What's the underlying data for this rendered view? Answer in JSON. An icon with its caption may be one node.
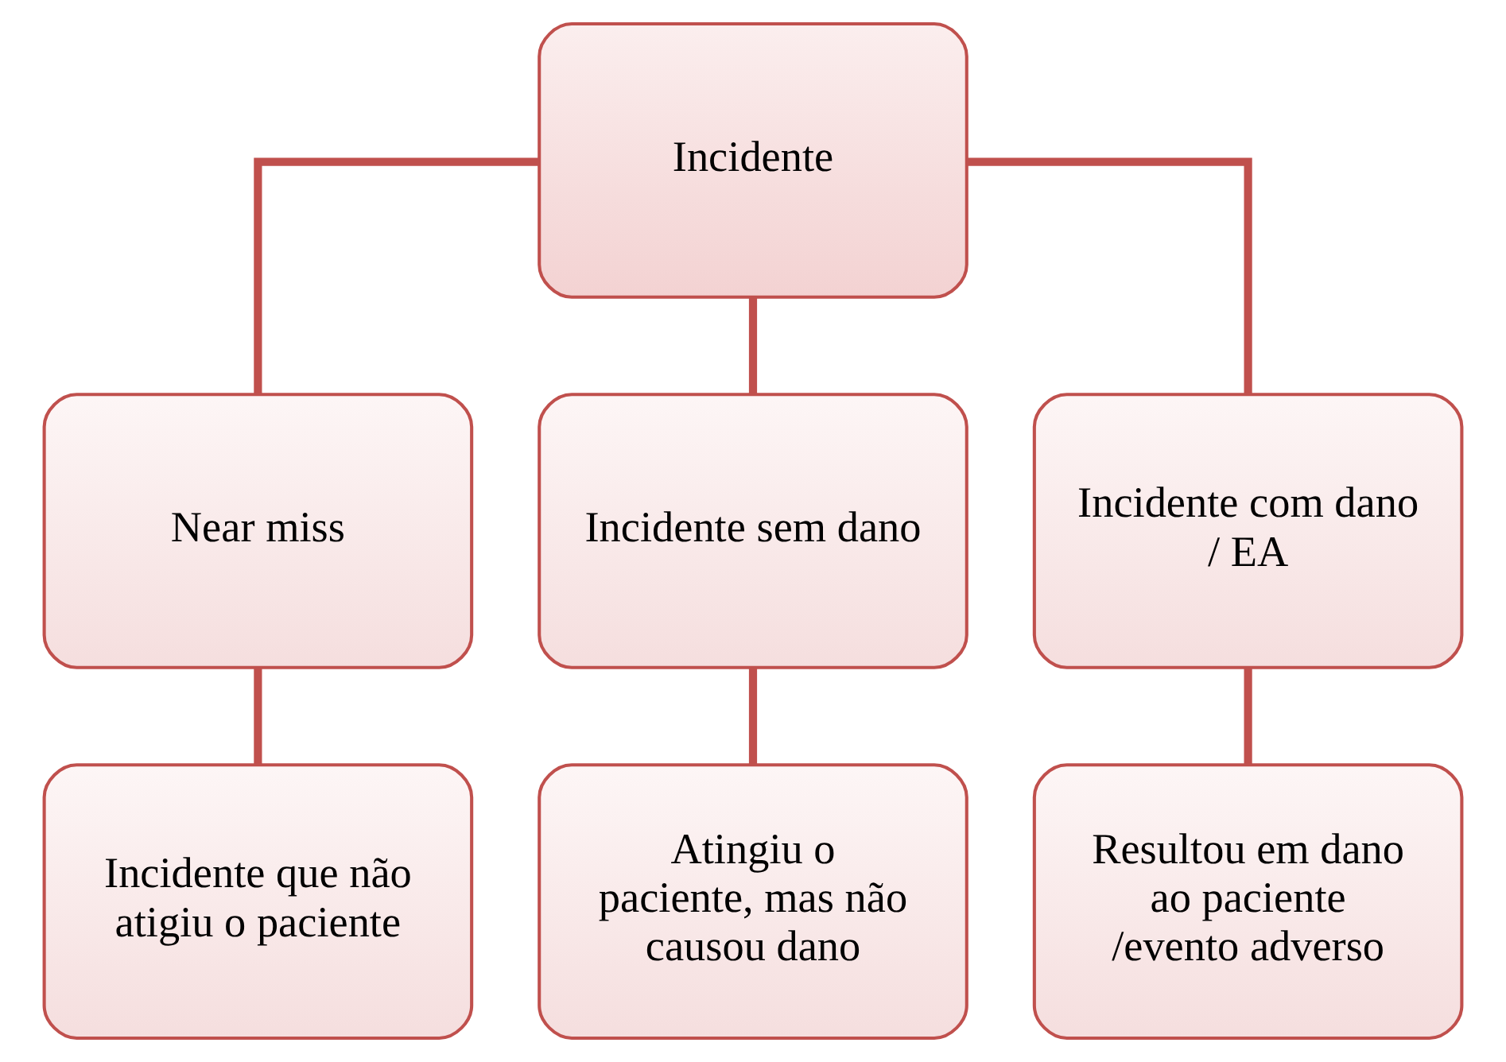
{
  "diagram": {
    "nodes": [
      {
        "text": [
          "Incidente"
        ]
      },
      {
        "text": [
          "Near miss"
        ]
      },
      {
        "text": [
          "Incidente sem dano"
        ]
      },
      {
        "text": [
          "Incidente com dano / EA"
        ]
      },
      {
        "text": [
          "Incidente que não atigiu o paciente"
        ]
      },
      {
        "text": [
          "Atingiu o paciente, mas não causou dano"
        ]
      },
      {
        "text": [
          "Resultou em dano ao paciente /evento adverso"
        ]
      }
    ],
    "edges": [
      {
        "from": 0,
        "to": 1,
        "arrow": "none"
      },
      {
        "from": 0,
        "to": 2,
        "arrow": "none"
      },
      {
        "from": 0,
        "to": 3,
        "arrow": "none"
      },
      {
        "from": 1,
        "to": 4,
        "arrow": "none"
      },
      {
        "from": 2,
        "to": 5,
        "arrow": "none"
      },
      {
        "from": 3,
        "to": 6,
        "arrow": "none"
      }
    ]
  }
}
